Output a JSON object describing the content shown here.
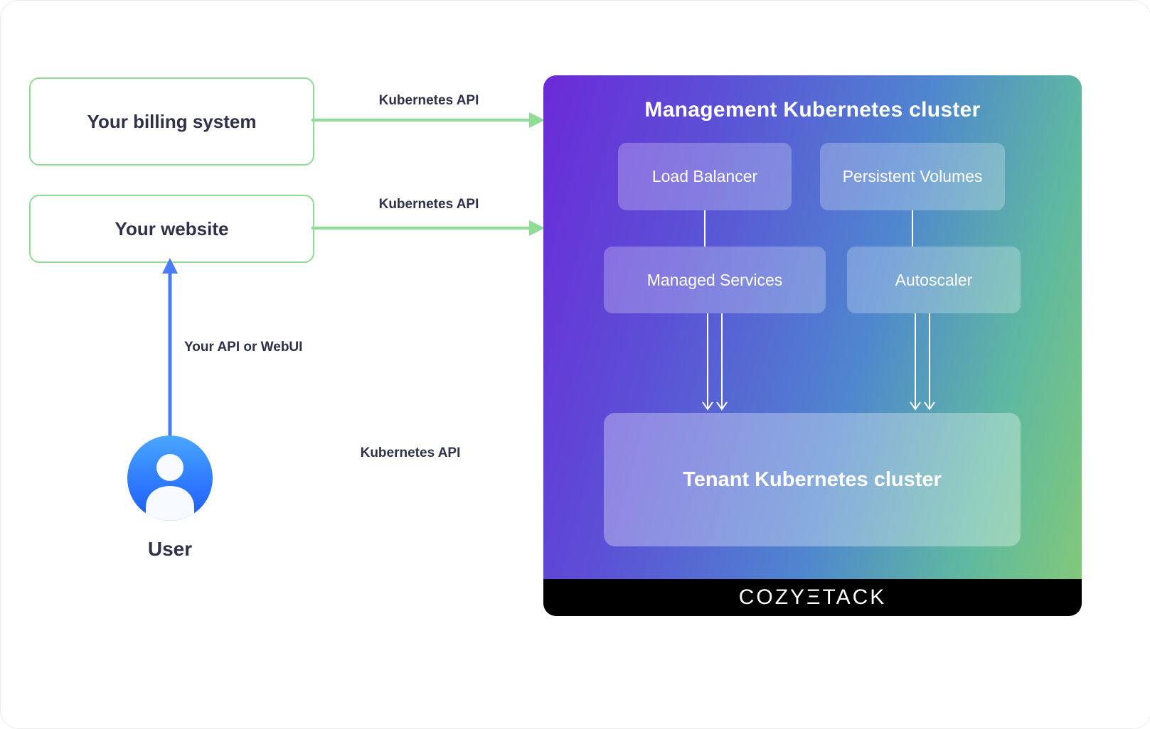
{
  "external": {
    "billing": "Your billing system",
    "website": "Your website",
    "user": "User"
  },
  "edges": {
    "billing_to_cluster": "Kubernetes API",
    "website_to_cluster": "Kubernetes API",
    "user_to_website": "Your API or WebUI",
    "user_to_tenant": "Kubernetes API"
  },
  "cluster": {
    "title": "Management Kubernetes cluster",
    "components": {
      "load_balancer": "Load Balancer",
      "persistent_volumes": "Persistent Volumes",
      "managed_services": "Managed Services",
      "autoscaler": "Autoscaler"
    },
    "tenant": "Tenant Kubernetes cluster",
    "brand": "COZYΞTACK"
  },
  "colors": {
    "edge_green": "#8edc96",
    "edge_blue": "#4b7cf7",
    "text_dark": "#2e3148",
    "panel_purple": "#6b2ad8",
    "panel_green": "#82c87b",
    "footer_black": "#000000",
    "avatar_blue": "#2f7bff"
  }
}
